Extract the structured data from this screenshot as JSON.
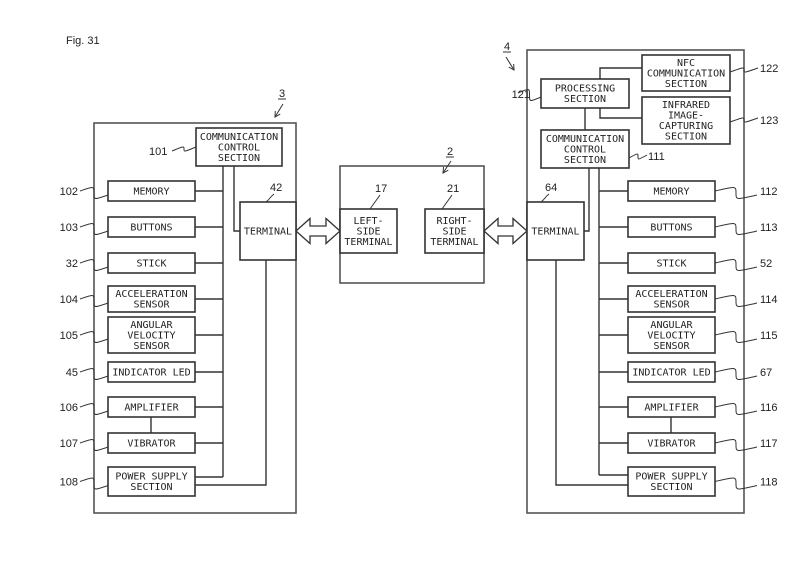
{
  "figure_label": "Fig. 31",
  "left_device": {
    "ref": "3",
    "comm": {
      "lines": [
        "COMMUNICATION",
        "CONTROL",
        "SECTION"
      ],
      "ref": "101"
    },
    "terminal": {
      "label": "TERMINAL",
      "ref": "42"
    },
    "blocks": [
      {
        "lines": [
          "MEMORY"
        ],
        "ref": "102"
      },
      {
        "lines": [
          "BUTTONS"
        ],
        "ref": "103"
      },
      {
        "lines": [
          "STICK"
        ],
        "ref": "32"
      },
      {
        "lines": [
          "ACCELERATION",
          "SENSOR"
        ],
        "ref": "104"
      },
      {
        "lines": [
          "ANGULAR",
          "VELOCITY",
          "SENSOR"
        ],
        "ref": "105"
      },
      {
        "lines": [
          "INDICATOR LED"
        ],
        "ref": "45"
      },
      {
        "lines": [
          "AMPLIFIER"
        ],
        "ref": "106"
      },
      {
        "lines": [
          "VIBRATOR"
        ],
        "ref": "107"
      },
      {
        "lines": [
          "POWER SUPPLY",
          "SECTION"
        ],
        "ref": "108"
      }
    ]
  },
  "center_device": {
    "ref": "2",
    "left_terminal": {
      "lines": [
        "LEFT-",
        "SIDE",
        "TERMINAL"
      ],
      "ref": "17"
    },
    "right_terminal": {
      "lines": [
        "RIGHT-",
        "SIDE",
        "TERMINAL"
      ],
      "ref": "21"
    }
  },
  "right_device": {
    "ref": "4",
    "processing": {
      "lines": [
        "PROCESSING",
        "SECTION"
      ],
      "ref": "121"
    },
    "nfc": {
      "lines": [
        "NFC",
        "COMMUNICATION",
        "SECTION"
      ],
      "ref": "122"
    },
    "infrared": {
      "lines": [
        "INFRARED",
        "IMAGE-",
        "CAPTURING",
        "SECTION"
      ],
      "ref": "123"
    },
    "comm": {
      "lines": [
        "COMMUNICATION",
        "CONTROL",
        "SECTION"
      ],
      "ref": "111"
    },
    "terminal": {
      "label": "TERMINAL",
      "ref": "64"
    },
    "blocks": [
      {
        "lines": [
          "MEMORY"
        ],
        "ref": "112"
      },
      {
        "lines": [
          "BUTTONS"
        ],
        "ref": "113"
      },
      {
        "lines": [
          "STICK"
        ],
        "ref": "52"
      },
      {
        "lines": [
          "ACCELERATION",
          "SENSOR"
        ],
        "ref": "114"
      },
      {
        "lines": [
          "ANGULAR",
          "VELOCITY",
          "SENSOR"
        ],
        "ref": "115"
      },
      {
        "lines": [
          "INDICATOR LED"
        ],
        "ref": "67"
      },
      {
        "lines": [
          "AMPLIFIER"
        ],
        "ref": "116"
      },
      {
        "lines": [
          "VIBRATOR"
        ],
        "ref": "117"
      },
      {
        "lines": [
          "POWER SUPPLY",
          "SECTION"
        ],
        "ref": "118"
      }
    ]
  }
}
